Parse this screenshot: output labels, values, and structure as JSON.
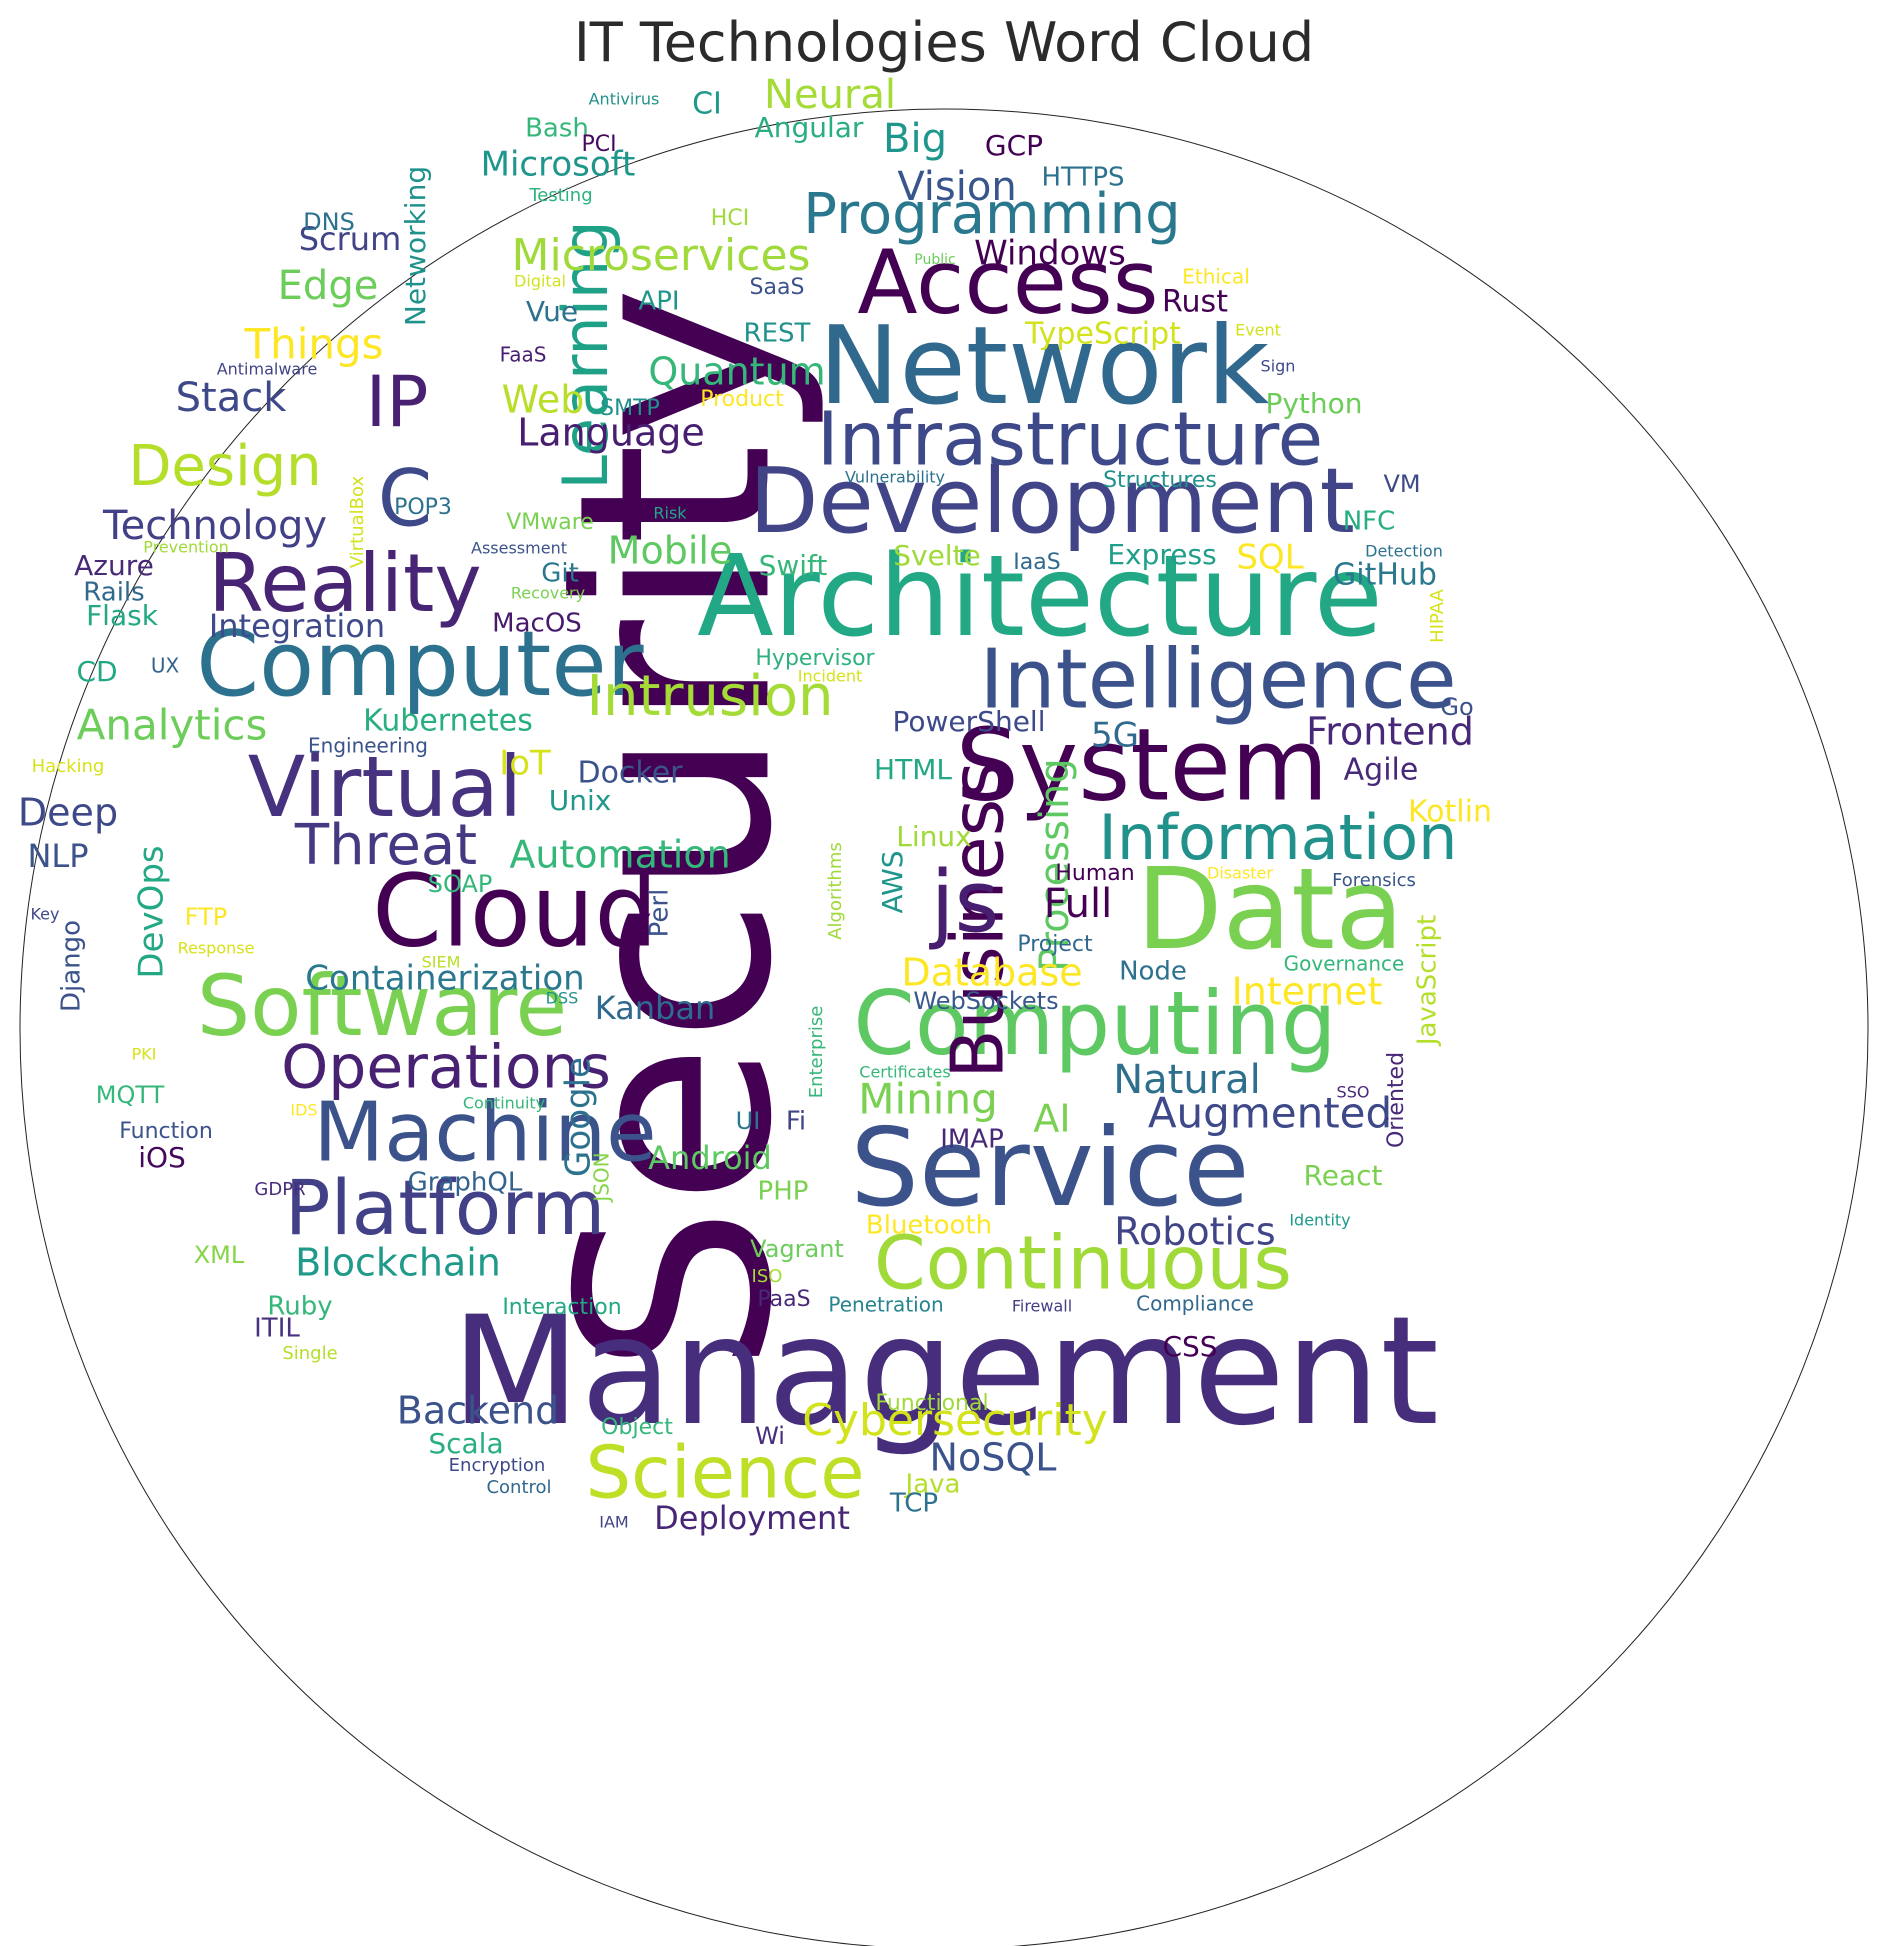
{
  "title": "IT Technologies Word Cloud",
  "words": [
    {
      "text": "Security",
      "color": "#440154"
    },
    {
      "text": "Management",
      "color": "#472e7c"
    },
    {
      "text": "Architecture",
      "color": "#22a884"
    },
    {
      "text": "Network",
      "color": "#31688e"
    },
    {
      "text": "Development",
      "color": "#414487"
    },
    {
      "text": "Computer",
      "color": "#2c728e"
    },
    {
      "text": "Data",
      "color": "#7ad151"
    },
    {
      "text": "System",
      "color": "#440154"
    },
    {
      "text": "Service",
      "color": "#3b528b"
    },
    {
      "text": "Cloud",
      "color": "#440154"
    },
    {
      "text": "Software",
      "color": "#7ad151"
    },
    {
      "text": "Computing",
      "color": "#5ec962"
    },
    {
      "text": "Intelligence",
      "color": "#3b528b"
    },
    {
      "text": "Infrastructure",
      "color": "#3e4989"
    },
    {
      "text": "Virtual",
      "color": "#46327e"
    },
    {
      "text": "Reality",
      "color": "#482475"
    },
    {
      "text": "Machine",
      "color": "#3b528b"
    },
    {
      "text": "Platform",
      "color": "#424086"
    },
    {
      "text": "Access",
      "color": "#440154"
    },
    {
      "text": "Business",
      "color": "#440154"
    },
    {
      "text": "Continuous",
      "color": "#a0da39"
    },
    {
      "text": "Science",
      "color": "#bddf26"
    },
    {
      "text": "Learning",
      "color": "#1fa187"
    },
    {
      "text": "js",
      "color": "#481f70"
    },
    {
      "text": "Information",
      "color": "#21918c"
    },
    {
      "text": "Programming",
      "color": "#2a788e"
    },
    {
      "text": "Operations",
      "color": "#482173"
    },
    {
      "text": "IP",
      "color": "#482173"
    },
    {
      "text": "C",
      "color": "#3e4989"
    },
    {
      "text": "Intrusion",
      "color": "#a5db36"
    },
    {
      "text": "Threat",
      "color": "#443983"
    },
    {
      "text": "Design",
      "color": "#b5de2b"
    },
    {
      "text": "Microservices",
      "color": "#9fda3a"
    },
    {
      "text": "Cybersecurity",
      "color": "#d2e21b"
    },
    {
      "text": "Augmented",
      "color": "#3e4989"
    },
    {
      "text": "Technology",
      "color": "#424086"
    },
    {
      "text": "Analytics",
      "color": "#6ccd5a"
    },
    {
      "text": "Natural",
      "color": "#2e6f8e"
    },
    {
      "text": "Mining",
      "color": "#7ad151"
    },
    {
      "text": "Processing",
      "color": "#5ec962"
    },
    {
      "text": "Internet",
      "color": "#fde725"
    },
    {
      "text": "Database",
      "color": "#fde725"
    },
    {
      "text": "Containerization",
      "color": "#2a788e"
    },
    {
      "text": "Blockchain",
      "color": "#1f998a"
    },
    {
      "text": "Robotics",
      "color": "#414487"
    },
    {
      "text": "Automation",
      "color": "#35b779"
    },
    {
      "text": "Quantum",
      "color": "#35b779"
    },
    {
      "text": "Language",
      "color": "#481f70"
    },
    {
      "text": "Frontend",
      "color": "#482878"
    },
    {
      "text": "Backend",
      "color": "#3b528b"
    },
    {
      "text": "Stack",
      "color": "#3e4989"
    },
    {
      "text": "Vision",
      "color": "#39568c"
    },
    {
      "text": "Integration",
      "color": "#3e4a89"
    },
    {
      "text": "Full",
      "color": "#440154"
    },
    {
      "text": "Neural",
      "color": "#a5db36"
    },
    {
      "text": "Big",
      "color": "#1f968b"
    },
    {
      "text": "Edge",
      "color": "#6ccd5a"
    },
    {
      "text": "Things",
      "color": "#fde725"
    },
    {
      "text": "Web",
      "color": "#b8de29"
    },
    {
      "text": "Mobile",
      "color": "#5ec962"
    },
    {
      "text": "Windows",
      "color": "#440154"
    },
    {
      "text": "Kubernetes",
      "color": "#29af7f"
    },
    {
      "text": "NoSQL",
      "color": "#3b528b"
    },
    {
      "text": "Deep",
      "color": "#3e4989"
    },
    {
      "text": "NLP",
      "color": "#3b528b"
    },
    {
      "text": "DevOps",
      "color": "#22a884"
    },
    {
      "text": "Google",
      "color": "#2c728e"
    },
    {
      "text": "Kanban",
      "color": "#306a8e"
    },
    {
      "text": "AI",
      "color": "#7ad151"
    },
    {
      "text": "Deployment",
      "color": "#482677"
    },
    {
      "text": "5G",
      "color": "#306a8e"
    },
    {
      "text": "Microsoft",
      "color": "#1f968b"
    },
    {
      "text": "Scrum",
      "color": "#414487"
    },
    {
      "text": "Networking",
      "color": "#20928c"
    },
    {
      "text": "Docker",
      "color": "#3b528b"
    },
    {
      "text": "IoT",
      "color": "#d8e219"
    },
    {
      "text": "SQL",
      "color": "#fde725"
    },
    {
      "text": "Express",
      "color": "#1f9e89"
    },
    {
      "text": "GitHub",
      "color": "#2a788e"
    },
    {
      "text": "Agile",
      "color": "#482878"
    },
    {
      "text": "Kotlin",
      "color": "#fde725"
    },
    {
      "text": "Python",
      "color": "#6ccd5a"
    },
    {
      "text": "Rust",
      "color": "#440154"
    },
    {
      "text": "TypeScript",
      "color": "#d2e21b"
    },
    {
      "text": "React",
      "color": "#7ad151"
    },
    {
      "text": "Android",
      "color": "#5ec962"
    },
    {
      "text": "Angular",
      "color": "#29af7f"
    },
    {
      "text": "Vue",
      "color": "#2c728e"
    },
    {
      "text": "Svelte",
      "color": "#a0da39"
    },
    {
      "text": "Swift",
      "color": "#35b779"
    },
    {
      "text": "JavaScript",
      "color": "#b5de2b"
    },
    {
      "text": "PowerShell",
      "color": "#3e4989"
    },
    {
      "text": "HTML",
      "color": "#22a884"
    },
    {
      "text": "Linux",
      "color": "#a0da39"
    },
    {
      "text": "AWS",
      "color": "#1f968b"
    },
    {
      "text": "Unix",
      "color": "#1f998a"
    },
    {
      "text": "Azure",
      "color": "#482878"
    },
    {
      "text": "Rails",
      "color": "#31688e"
    },
    {
      "text": "Flask",
      "color": "#22a884"
    },
    {
      "text": "Django",
      "color": "#3b528b"
    },
    {
      "text": "Git",
      "color": "#2a788e"
    },
    {
      "text": "MacOS",
      "color": "#481a6c"
    },
    {
      "text": "CSS",
      "color": "#440154"
    },
    {
      "text": "Scala",
      "color": "#29af7f"
    },
    {
      "text": "Java",
      "color": "#b5de2b"
    },
    {
      "text": "TCP",
      "color": "#2c728e"
    },
    {
      "text": "IMAP",
      "color": "#482878"
    },
    {
      "text": "PHP",
      "color": "#7ad151"
    },
    {
      "text": "Bluetooth",
      "color": "#fde725"
    },
    {
      "text": "Vagrant",
      "color": "#6ccd5a"
    },
    {
      "text": "Ruby",
      "color": "#35b779"
    },
    {
      "text": "ITIL",
      "color": "#46327e"
    },
    {
      "text": "iOS",
      "color": "#46085c"
    },
    {
      "text": "GraphQL",
      "color": "#33638d"
    },
    {
      "text": "JSON",
      "color": "#86d549"
    },
    {
      "text": "Node",
      "color": "#2c728e"
    },
    {
      "text": "WebSockets",
      "color": "#38588c"
    },
    {
      "text": "Project",
      "color": "#31688e"
    },
    {
      "text": "Human",
      "color": "#440154"
    },
    {
      "text": "Perl",
      "color": "#3b528b"
    },
    {
      "text": "SOAP",
      "color": "#35b779"
    },
    {
      "text": "FTP",
      "color": "#fde725"
    },
    {
      "text": "CD",
      "color": "#22a884"
    },
    {
      "text": "UX",
      "color": "#33638d"
    },
    {
      "text": "GCP",
      "color": "#440154"
    },
    {
      "text": "HTTPS",
      "color": "#2c728e"
    },
    {
      "text": "CI",
      "color": "#1f998a"
    },
    {
      "text": "Bash",
      "color": "#35b779"
    },
    {
      "text": "API",
      "color": "#1f968b"
    },
    {
      "text": "REST",
      "color": "#21918c"
    },
    {
      "text": "SaaS",
      "color": "#3b528b"
    },
    {
      "text": "SMTP",
      "color": "#21918c"
    },
    {
      "text": "POP3",
      "color": "#2c728e"
    },
    {
      "text": "VMware",
      "color": "#7ad151"
    },
    {
      "text": "Hypervisor",
      "color": "#2db27d"
    },
    {
      "text": "Structures",
      "color": "#21918c"
    },
    {
      "text": "VM",
      "color": "#3e4a89"
    },
    {
      "text": "NFC",
      "color": "#26ad81"
    },
    {
      "text": "IaaS",
      "color": "#31688e"
    },
    {
      "text": "Go",
      "color": "#3b528b"
    },
    {
      "text": "UI",
      "color": "#2a788e"
    },
    {
      "text": "Fi",
      "color": "#414487"
    },
    {
      "text": "Wi",
      "color": "#472d7b"
    },
    {
      "text": "XML",
      "color": "#86d549"
    },
    {
      "text": "MQTT",
      "color": "#35b779"
    },
    {
      "text": "Function",
      "color": "#3b528b"
    },
    {
      "text": "GDPR",
      "color": "#472d7b"
    },
    {
      "text": "Engineering",
      "color": "#3b528b"
    },
    {
      "text": "Interaction",
      "color": "#22a884"
    },
    {
      "text": "Object",
      "color": "#35b779"
    },
    {
      "text": "Functional",
      "color": "#a0da39"
    },
    {
      "text": "Penetration",
      "color": "#25848e"
    },
    {
      "text": "Compliance",
      "color": "#31688e"
    },
    {
      "text": "Firewall",
      "color": "#433e85"
    },
    {
      "text": "Oriented",
      "color": "#482878"
    },
    {
      "text": "PaaS",
      "color": "#482878"
    },
    {
      "text": "ISO",
      "color": "#a5db36"
    },
    {
      "text": "Encryption",
      "color": "#3e4989"
    },
    {
      "text": "Control",
      "color": "#31688e"
    },
    {
      "text": "IAM",
      "color": "#414487"
    },
    {
      "text": "Single",
      "color": "#b5de2b"
    },
    {
      "text": "Governance",
      "color": "#35b779"
    },
    {
      "text": "Forensics",
      "color": "#39568c"
    },
    {
      "text": "Disaster",
      "color": "#fde725"
    },
    {
      "text": "HIPAA",
      "color": "#d8e219"
    },
    {
      "text": "Identity",
      "color": "#1f998a"
    },
    {
      "text": "SSO",
      "color": "#482878"
    },
    {
      "text": "Certificates",
      "color": "#35b779"
    },
    {
      "text": "Enterprise",
      "color": "#35b779"
    },
    {
      "text": "Algorithms",
      "color": "#a0da39"
    },
    {
      "text": "Incident",
      "color": "#d2e21b"
    },
    {
      "text": "Risk",
      "color": "#22a884"
    },
    {
      "text": "Vulnerability",
      "color": "#2c728e"
    },
    {
      "text": "Assessment",
      "color": "#3b528b"
    },
    {
      "text": "Recovery",
      "color": "#7ad151"
    },
    {
      "text": "Prevention",
      "color": "#a0da39"
    },
    {
      "text": "VirtualBox",
      "color": "#d2e21b"
    },
    {
      "text": "Product",
      "color": "#fde725"
    },
    {
      "text": "Antimalware",
      "color": "#414487"
    },
    {
      "text": "FaaS",
      "color": "#481f70"
    },
    {
      "text": "Digital",
      "color": "#d2e21b"
    },
    {
      "text": "HCI",
      "color": "#a0da39"
    },
    {
      "text": "Testing",
      "color": "#2db27d"
    },
    {
      "text": "PCI",
      "color": "#46085c"
    },
    {
      "text": "Antivirus",
      "color": "#21918c"
    },
    {
      "text": "DNS",
      "color": "#2c728e"
    },
    {
      "text": "Public",
      "color": "#6ccd5a"
    },
    {
      "text": "Ethical",
      "color": "#fde725"
    },
    {
      "text": "Event",
      "color": "#d2e21b"
    },
    {
      "text": "Sign",
      "color": "#3e4989"
    },
    {
      "text": "Detection",
      "color": "#2c728e"
    },
    {
      "text": "Hacking",
      "color": "#d8e219"
    },
    {
      "text": "Key",
      "color": "#3e4989"
    },
    {
      "text": "Response",
      "color": "#d8e219"
    },
    {
      "text": "SIEM",
      "color": "#b8de29"
    },
    {
      "text": "DSS",
      "color": "#21918c"
    },
    {
      "text": "PKI",
      "color": "#d8e219"
    },
    {
      "text": "IDS",
      "color": "#fde725"
    },
    {
      "text": "Continuity",
      "color": "#35b779"
    }
  ]
}
